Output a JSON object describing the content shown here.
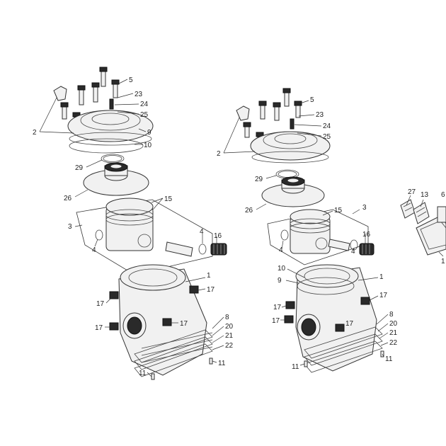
{
  "diagram": {
    "left_assembly": {
      "callouts": [
        "5",
        "23",
        "24",
        "25",
        "2",
        "9",
        "10",
        "29",
        "26",
        "15",
        "3",
        "4",
        "4",
        "16",
        "1",
        "17",
        "17",
        "17",
        "17",
        "8",
        "20",
        "21",
        "22",
        "11",
        "11"
      ]
    },
    "right_assembly": {
      "callouts": [
        "5",
        "23",
        "24",
        "25",
        "2",
        "29",
        "26",
        "15",
        "3",
        "4",
        "4",
        "16",
        "10",
        "9",
        "1",
        "17",
        "17",
        "17",
        "17",
        "8",
        "20",
        "21",
        "22",
        "11",
        "11"
      ]
    },
    "partial_assembly": {
      "callouts": [
        "27",
        "13",
        "6",
        "1"
      ]
    },
    "colors": {
      "line": "#333333",
      "part_fill": "#f1f1f1",
      "dark_part": "#2a2a2a",
      "background": "#ffffff"
    }
  }
}
